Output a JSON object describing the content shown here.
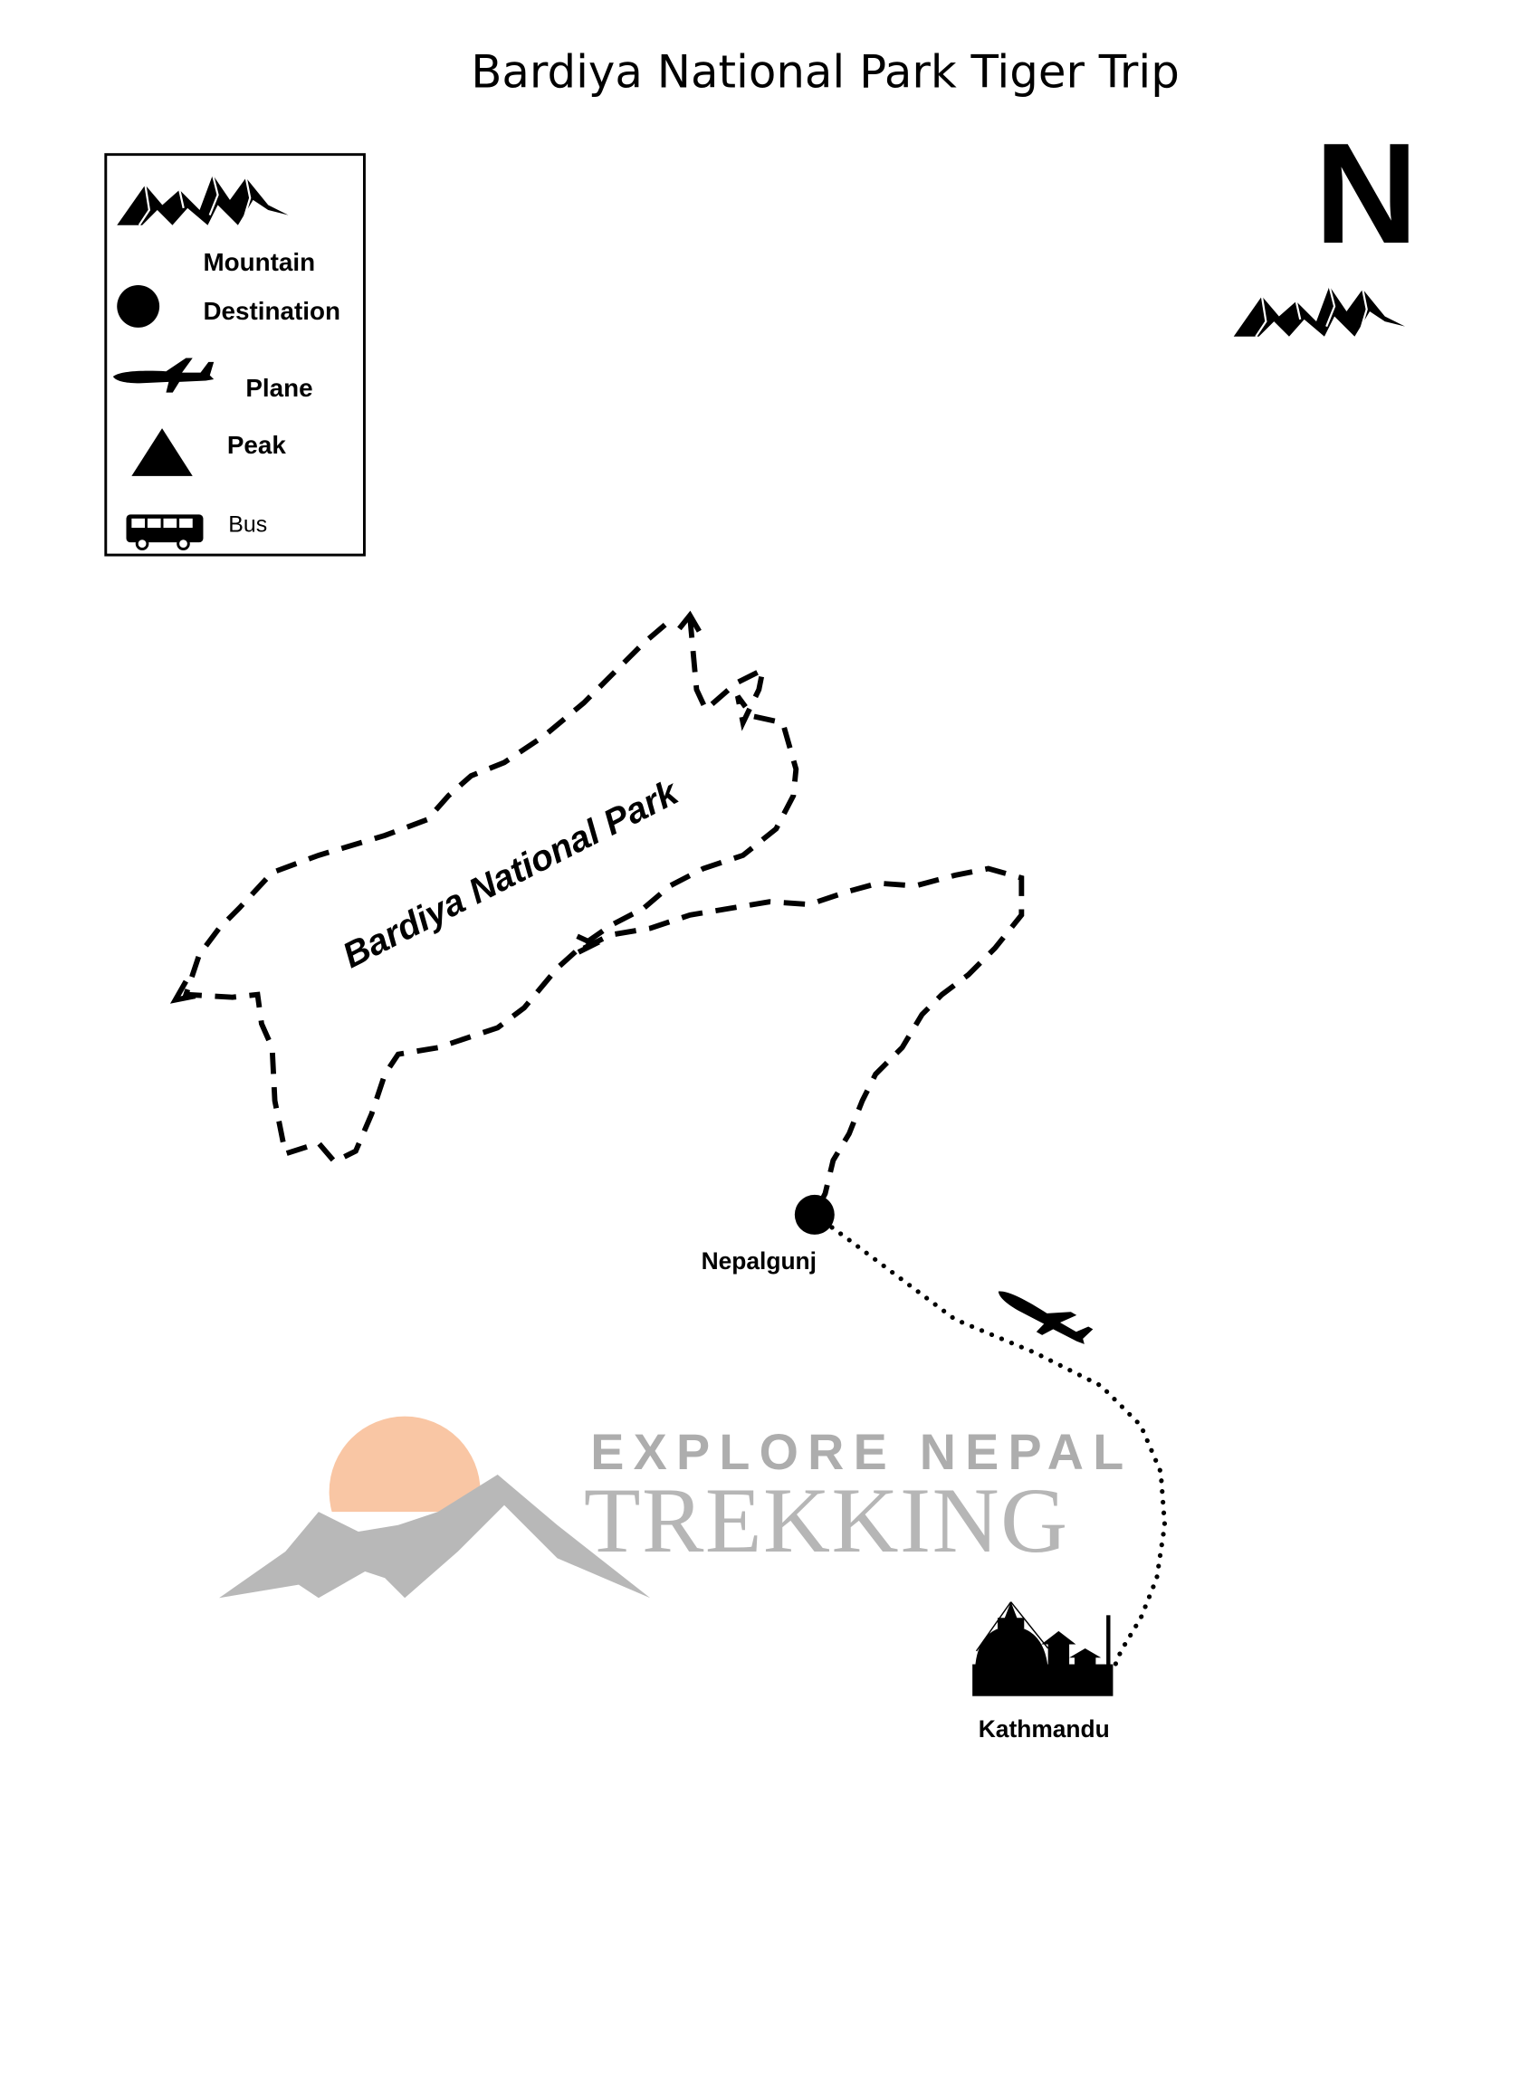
{
  "title": "Bardiya National Park Tiger Trip",
  "compass": {
    "label": "N"
  },
  "legend": {
    "items": [
      {
        "icon": "mountain-icon",
        "label": "Mountain"
      },
      {
        "icon": "destination-dot-icon",
        "label": "Destination"
      },
      {
        "icon": "plane-icon",
        "label": "Plane"
      },
      {
        "icon": "peak-triangle-icon",
        "label": "Peak"
      },
      {
        "icon": "bus-icon",
        "label": "Bus"
      }
    ]
  },
  "map": {
    "park_label": "Bardiya National Park",
    "places": [
      {
        "name": "Nepalgunj",
        "type": "destination"
      },
      {
        "name": "Kathmandu",
        "type": "city"
      }
    ]
  },
  "watermark": {
    "line1": "EXPLORE NEPAL",
    "line2": "TREKKING",
    "sun_color": "#f9c4a0",
    "mountain_color": "#b5b5b5"
  }
}
